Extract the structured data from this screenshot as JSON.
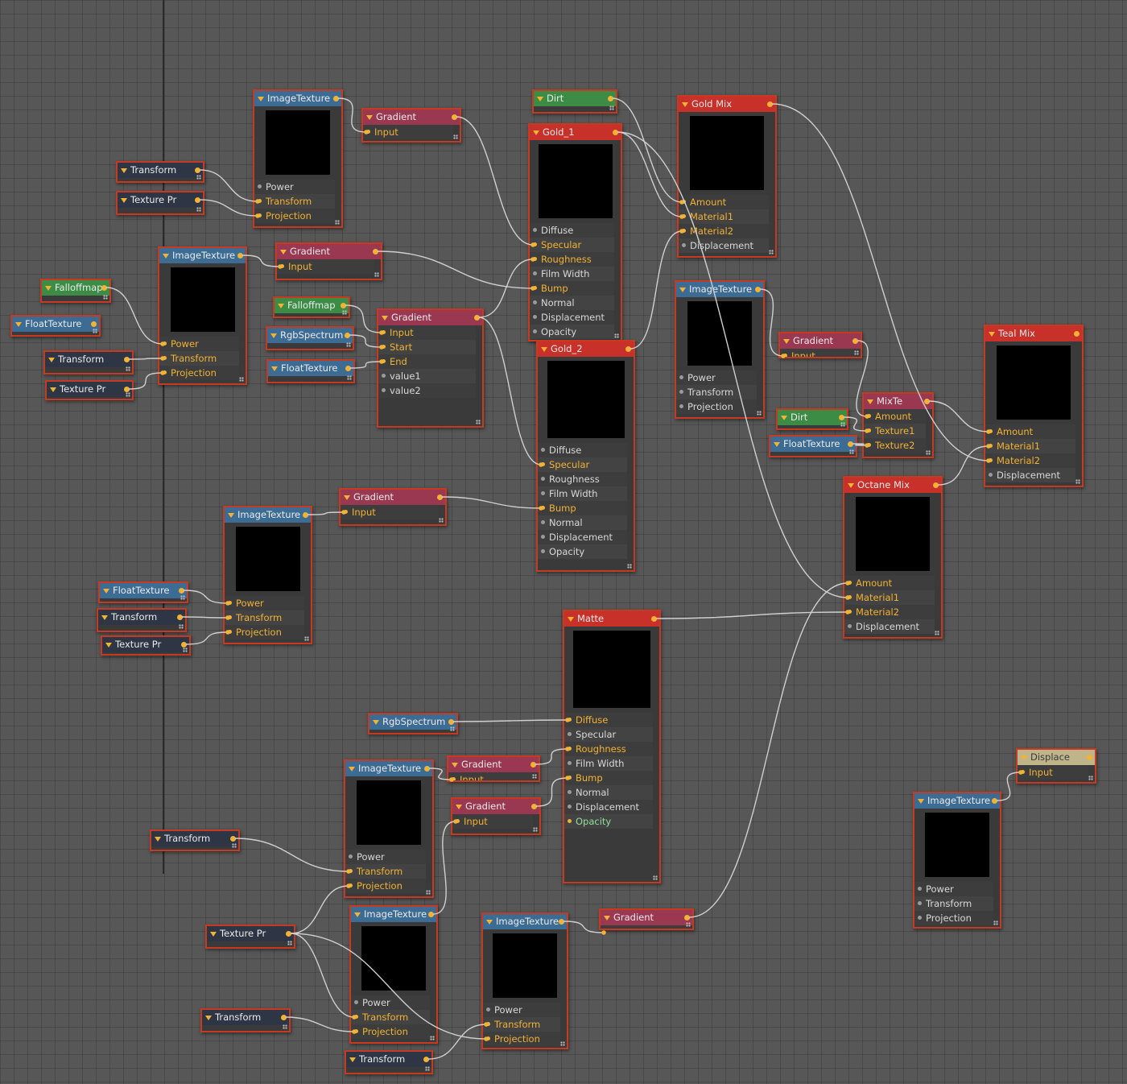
{
  "colors": {
    "background": "#575757",
    "node_border": "#c63a22",
    "header_blue": "#3c6b94",
    "header_red": "#c8302a",
    "header_pink": "#9a3852",
    "header_green": "#3c8c46",
    "header_navy": "#2e3646",
    "header_tan": "#bfb48a",
    "port_active": "#f2b233",
    "wire": "#cfcfcf"
  },
  "nodes": [
    {
      "id": "imgtex_a",
      "title": "ImageTexture",
      "kind": "blue",
      "preview": [
        80,
        80
      ],
      "ports": [
        {
          "label": "Power",
          "active": false
        },
        {
          "label": "Transform",
          "active": true
        },
        {
          "label": "Projection",
          "active": true
        }
      ]
    },
    {
      "id": "grad_a",
      "title": "Gradient",
      "kind": "pink",
      "ports": [
        {
          "label": "Input",
          "active": true
        }
      ]
    },
    {
      "id": "transform_a",
      "title": "Transform",
      "kind": "navy",
      "ports": []
    },
    {
      "id": "texpr_a",
      "title": "Texture Pr",
      "kind": "navy",
      "ports": []
    },
    {
      "id": "imgtex_b",
      "title": "ImageTexture",
      "kind": "blue",
      "preview": [
        80,
        80
      ],
      "ports": [
        {
          "label": "Power",
          "active": true
        },
        {
          "label": "Transform",
          "active": true
        },
        {
          "label": "Projection",
          "active": true
        }
      ]
    },
    {
      "id": "grad_b",
      "title": "Gradient",
      "kind": "pink",
      "ports": [
        {
          "label": "Input",
          "active": true
        }
      ]
    },
    {
      "id": "falloff_a",
      "title": "Falloffmap",
      "kind": "green",
      "ports": []
    },
    {
      "id": "float_a",
      "title": "FloatTexture",
      "kind": "blue",
      "ports": []
    },
    {
      "id": "transform_b",
      "title": "Transform",
      "kind": "navy",
      "ports": []
    },
    {
      "id": "texpr_b",
      "title": "Texture Pr",
      "kind": "navy",
      "ports": []
    },
    {
      "id": "falloff_b",
      "title": "Falloffmap",
      "kind": "green",
      "ports": []
    },
    {
      "id": "rgb_a",
      "title": "RgbSpectrum",
      "kind": "blue",
      "ports": []
    },
    {
      "id": "float_b",
      "title": "FloatTexture",
      "kind": "blue",
      "ports": []
    },
    {
      "id": "grad_c",
      "title": "Gradient",
      "kind": "pink",
      "ports": [
        {
          "label": "Input",
          "active": true
        },
        {
          "label": "Start",
          "active": true
        },
        {
          "label": "End",
          "active": true
        },
        {
          "label": "value1",
          "active": false
        },
        {
          "label": "value2",
          "active": false
        }
      ]
    },
    {
      "id": "dirt_a",
      "title": "Dirt",
      "kind": "green",
      "ports": []
    },
    {
      "id": "gold1",
      "title": "Gold_1",
      "kind": "red",
      "preview": [
        92,
        92
      ],
      "ports": [
        {
          "label": "Diffuse",
          "active": false
        },
        {
          "label": "Specular",
          "active": true
        },
        {
          "label": "Roughness",
          "active": true
        },
        {
          "label": "Film Width",
          "active": false
        },
        {
          "label": "Bump",
          "active": true
        },
        {
          "label": "Normal",
          "active": false
        },
        {
          "label": "Displacement",
          "active": false
        },
        {
          "label": "Opacity",
          "active": false
        }
      ]
    },
    {
      "id": "goldmix",
      "title": "Gold Mix",
      "kind": "red",
      "preview": [
        92,
        92
      ],
      "ports": [
        {
          "label": "Amount",
          "active": true
        },
        {
          "label": "Material1",
          "active": true
        },
        {
          "label": "Material2",
          "active": true
        },
        {
          "label": "Displacement",
          "active": false
        }
      ]
    },
    {
      "id": "gold2",
      "title": "Gold_2",
      "kind": "red",
      "preview": [
        96,
        96
      ],
      "ports": [
        {
          "label": "Diffuse",
          "active": false
        },
        {
          "label": "Specular",
          "active": true
        },
        {
          "label": "Roughness",
          "active": false
        },
        {
          "label": "Film Width",
          "active": false
        },
        {
          "label": "Bump",
          "active": true
        },
        {
          "label": "Normal",
          "active": false
        },
        {
          "label": "Displacement",
          "active": false
        },
        {
          "label": "Opacity",
          "active": false
        }
      ]
    },
    {
      "id": "imgtex_c",
      "title": "ImageTexture",
      "kind": "blue",
      "preview": [
        80,
        80
      ],
      "ports": [
        {
          "label": "Power",
          "active": false
        },
        {
          "label": "Transform",
          "active": false
        },
        {
          "label": "Projection",
          "active": false
        }
      ]
    },
    {
      "id": "grad_d",
      "title": "Gradient",
      "kind": "pink",
      "ports": [
        {
          "label": "Input",
          "active": true
        }
      ]
    },
    {
      "id": "mixte",
      "title": "MixTe",
      "kind": "pink",
      "ports": [
        {
          "label": "Amount",
          "active": true
        },
        {
          "label": "Texture1",
          "active": true
        },
        {
          "label": "Texture2",
          "active": true
        }
      ]
    },
    {
      "id": "dirt_b",
      "title": "Dirt",
      "kind": "green",
      "ports": []
    },
    {
      "id": "float_c",
      "title": "FloatTexture",
      "kind": "blue",
      "ports": []
    },
    {
      "id": "tealmix",
      "title": "Teal Mix",
      "kind": "red",
      "preview": [
        92,
        92
      ],
      "ports": [
        {
          "label": "Amount",
          "active": true
        },
        {
          "label": "Material1",
          "active": true
        },
        {
          "label": "Material2",
          "active": true
        },
        {
          "label": "Displacement",
          "active": false
        }
      ]
    },
    {
      "id": "octmix",
      "title": "Octane Mix",
      "kind": "red",
      "preview": [
        92,
        92
      ],
      "ports": [
        {
          "label": "Amount",
          "active": true
        },
        {
          "label": "Material1",
          "active": true
        },
        {
          "label": "Material2",
          "active": true
        },
        {
          "label": "Displacement",
          "active": false
        }
      ]
    },
    {
      "id": "grad_e",
      "title": "Gradient",
      "kind": "pink",
      "ports": [
        {
          "label": "Input",
          "active": true
        }
      ]
    },
    {
      "id": "imgtex_d",
      "title": "ImageTexture",
      "kind": "blue",
      "preview": [
        80,
        80
      ],
      "ports": [
        {
          "label": "Power",
          "active": true
        },
        {
          "label": "Transform",
          "active": true
        },
        {
          "label": "Projection",
          "active": true
        }
      ]
    },
    {
      "id": "float_d",
      "title": "FloatTexture",
      "kind": "blue",
      "ports": []
    },
    {
      "id": "transform_c",
      "title": "Transform",
      "kind": "navy",
      "ports": []
    },
    {
      "id": "texpr_c",
      "title": "Texture Pr",
      "kind": "navy",
      "ports": []
    },
    {
      "id": "matte",
      "title": "Matte",
      "kind": "red",
      "preview": [
        96,
        96
      ],
      "ports": [
        {
          "label": "Diffuse",
          "active": true
        },
        {
          "label": "Specular",
          "active": false
        },
        {
          "label": "Roughness",
          "active": true
        },
        {
          "label": "Film Width",
          "active": false
        },
        {
          "label": "Bump",
          "active": true
        },
        {
          "label": "Normal",
          "active": false
        },
        {
          "label": "Displacement",
          "active": false
        },
        {
          "label": "Opacity",
          "active": true,
          "green": true
        }
      ]
    },
    {
      "id": "rgb_b",
      "title": "RgbSpectrum",
      "kind": "blue",
      "ports": []
    },
    {
      "id": "imgtex_e",
      "title": "ImageTexture",
      "kind": "blue",
      "preview": [
        80,
        80
      ],
      "ports": [
        {
          "label": "Power",
          "active": false
        },
        {
          "label": "Transform",
          "active": true
        },
        {
          "label": "Projection",
          "active": true
        }
      ]
    },
    {
      "id": "grad_f",
      "title": "Gradient",
      "kind": "pink",
      "ports": [
        {
          "label": "Input",
          "active": true
        }
      ]
    },
    {
      "id": "grad_g",
      "title": "Gradient",
      "kind": "pink",
      "ports": [
        {
          "label": "Input",
          "active": true
        }
      ]
    },
    {
      "id": "transform_d",
      "title": "Transform",
      "kind": "navy",
      "ports": []
    },
    {
      "id": "texpr_d",
      "title": "Texture Pr",
      "kind": "navy",
      "ports": []
    },
    {
      "id": "imgtex_f",
      "title": "ImageTexture",
      "kind": "blue",
      "preview": [
        80,
        80
      ],
      "ports": [
        {
          "label": "Power",
          "active": false
        },
        {
          "label": "Transform",
          "active": true
        },
        {
          "label": "Projection",
          "active": true
        }
      ]
    },
    {
      "id": "transform_e",
      "title": "Transform",
      "kind": "navy",
      "ports": []
    },
    {
      "id": "imgtex_g",
      "title": "ImageTexture",
      "kind": "blue",
      "preview": [
        80,
        80
      ],
      "ports": [
        {
          "label": "Power",
          "active": false
        },
        {
          "label": "Transform",
          "active": true
        },
        {
          "label": "Projection",
          "active": true
        }
      ]
    },
    {
      "id": "grad_h",
      "title": "Gradient",
      "kind": "pink",
      "ports": [
        {
          "label": "Input",
          "active": true
        }
      ]
    },
    {
      "id": "transform_f",
      "title": "Transform",
      "kind": "navy",
      "ports": []
    },
    {
      "id": "displace",
      "title": "Displace",
      "kind": "tan",
      "ports": [
        {
          "label": "Input",
          "active": true
        }
      ]
    },
    {
      "id": "imgtex_h",
      "title": "ImageTexture",
      "kind": "blue",
      "preview": [
        80,
        80
      ],
      "ports": [
        {
          "label": "Power",
          "active": false
        },
        {
          "label": "Transform",
          "active": false
        },
        {
          "label": "Projection",
          "active": false
        }
      ]
    }
  ],
  "links": [
    [
      "imgtex_a",
      "grad_a",
      0
    ],
    [
      "transform_a",
      "imgtex_a",
      1
    ],
    [
      "texpr_a",
      "imgtex_a",
      2
    ],
    [
      "grad_a",
      "gold1",
      1
    ],
    [
      "imgtex_b",
      "grad_b",
      0
    ],
    [
      "falloff_a",
      "imgtex_b",
      0
    ],
    [
      "transform_b",
      "imgtex_b",
      1
    ],
    [
      "texpr_b",
      "imgtex_b",
      2
    ],
    [
      "grad_b",
      "gold1",
      4
    ],
    [
      "falloff_b",
      "grad_c",
      0
    ],
    [
      "rgb_a",
      "grad_c",
      1
    ],
    [
      "float_b",
      "grad_c",
      2
    ],
    [
      "grad_c",
      "gold1",
      2
    ],
    [
      "grad_c",
      "gold2",
      1
    ],
    [
      "dirt_a",
      "goldmix",
      0
    ],
    [
      "gold1",
      "goldmix",
      1
    ],
    [
      "gold2",
      "goldmix",
      2
    ],
    [
      "gold1",
      "octmix",
      1
    ],
    [
      "goldmix",
      "tealmix",
      2
    ],
    [
      "imgtex_c",
      "grad_d",
      0
    ],
    [
      "grad_d",
      "mixte",
      0
    ],
    [
      "dirt_b",
      "mixte",
      1
    ],
    [
      "float_c",
      "mixte",
      2
    ],
    [
      "mixte",
      "tealmix",
      0
    ],
    [
      "octmix",
      "tealmix",
      1
    ],
    [
      "imgtex_d",
      "grad_e",
      0
    ],
    [
      "float_d",
      "imgtex_d",
      0
    ],
    [
      "transform_c",
      "imgtex_d",
      1
    ],
    [
      "texpr_c",
      "imgtex_d",
      2
    ],
    [
      "grad_e",
      "gold2",
      4
    ],
    [
      "matte",
      "octmix",
      2
    ],
    [
      "rgb_b",
      "matte",
      0
    ],
    [
      "imgtex_e",
      "grad_f",
      0
    ],
    [
      "grad_f",
      "matte",
      2
    ],
    [
      "grad_g",
      "matte",
      4
    ],
    [
      "transform_d",
      "imgtex_e",
      1
    ],
    [
      "texpr_d",
      "imgtex_e",
      2
    ],
    [
      "imgtex_f",
      "grad_g",
      0
    ],
    [
      "texpr_d",
      "imgtex_f",
      1
    ],
    [
      "texpr_d",
      "imgtex_g",
      2
    ],
    [
      "transform_e",
      "imgtex_f",
      2
    ],
    [
      "transform_f",
      "imgtex_g",
      1
    ],
    [
      "imgtex_g",
      "grad_h",
      0
    ],
    [
      "grad_h",
      "octmix",
      0
    ],
    [
      "imgtex_h",
      "displace",
      0
    ]
  ]
}
